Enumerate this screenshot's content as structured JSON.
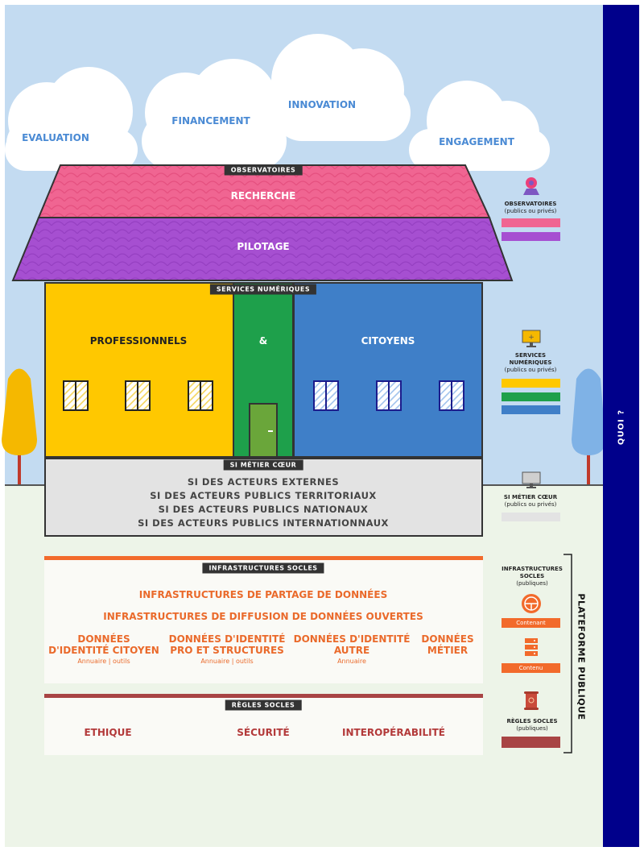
{
  "colors": {
    "sky": "#c3dbf1",
    "ground": "#edf4e8",
    "sidebar": "#00008b",
    "roof_top": "#f06592",
    "roof_bottom": "#a64fd1",
    "wall_pro": "#ffc800",
    "wall_door": "#1ea04b",
    "wall_citizen": "#3f7fc8",
    "si_core": "#e3e3e3",
    "infra_orange": "#f26a2b",
    "rules_red": "#a84444"
  },
  "sidebar": {
    "label": "QUOI ?"
  },
  "clouds": [
    "EVALUATION",
    "FINANCEMENT",
    "INNOVATION",
    "ENGAGEMENT"
  ],
  "house": {
    "roof": {
      "caption": "OBSERVATOIRES",
      "top": "RECHERCHE",
      "bottom": "PILOTAGE"
    },
    "services": {
      "caption": "SERVICES NUMÉRIQUES",
      "pro": "PROFESSIONNELS",
      "and": "&",
      "citizens": "CITOYENS"
    },
    "si": {
      "caption": "SI MÉTIER CŒUR",
      "lines": [
        "SI DES ACTEURS EXTERNES",
        "SI DES ACTEURS PUBLICS TERRITORIAUX",
        "SI DES ACTEURS PUBLICS NATIONAUX",
        "SI DES ACTEURS PUBLICS INTERNATIONNAUX"
      ]
    }
  },
  "infra": {
    "caption": "INFRASTRUCTURES SOCLES",
    "line1": "INFRASTRUCTURES DE PARTAGE DE DONNÉES",
    "line2": "INFRASTRUCTURES DE DIFFUSION DE DONNÉES OUVERTES",
    "items": [
      {
        "title1": "DONNÉES",
        "title2": "D'IDENTITÉ CITOYEN",
        "sub": "Annuaire | outils"
      },
      {
        "title1": "DONNÉES D'IDENTITÉ",
        "title2": "PRO ET STRUCTURES",
        "sub": "Annuaire | outils"
      },
      {
        "title1": "DONNÉES D'IDENTITÉ",
        "title2": "AUTRE",
        "sub": "Annuaire"
      },
      {
        "title1": "DONNÉES",
        "title2": "MÉTIER",
        "sub": ""
      }
    ]
  },
  "rules": {
    "caption": "RÈGLES SOCLES",
    "items": [
      "ETHIQUE",
      "SÉCURITÉ",
      "INTEROPÉRABILITÉ"
    ]
  },
  "legend": {
    "observatoires": {
      "title": "OBSERVATOIRES",
      "sub": "(publics ou privés)"
    },
    "services": {
      "title1": "SERVICES",
      "title2": "NUMÉRIQUES",
      "sub": "(publics ou privés)"
    },
    "si": {
      "title": "SI MÉTIER CŒUR",
      "sub": "(publics ou privés)"
    },
    "infra": {
      "title1": "INFRASTRUCTURES",
      "title2": "SOCLES",
      "sub": "(publiques)",
      "chip1": "Contenant",
      "chip2": "Contenu"
    },
    "rules": {
      "title": "RÈGLES SOCLES",
      "sub": "(publiques)"
    },
    "platform": "PLATEFORME PUBLIQUE"
  }
}
